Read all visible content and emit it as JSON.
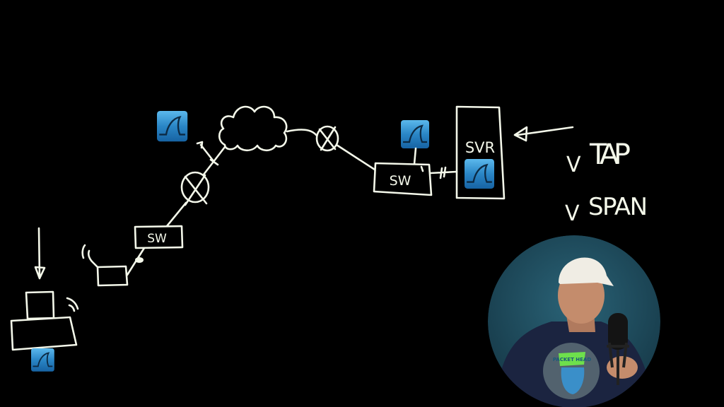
{
  "diagram": {
    "switch_left_label": "SW",
    "switch_right_label": "SW",
    "server_label": "SVR",
    "capture_methods": [
      {
        "check": "V",
        "label": "TAP"
      },
      {
        "check": "V",
        "label": "SPAN"
      }
    ],
    "capture_icon": "wireshark-fin-icon",
    "colors": {
      "ink": "#f4f8ea",
      "icon_blue": "#2a86c6",
      "background": "#000000"
    }
  },
  "webcam": {
    "shirt_text": "PACKET HEAD",
    "colors": {
      "backdrop": "#1f4e60",
      "shirt": "#1b2440",
      "cap": "#f0ede4"
    }
  }
}
